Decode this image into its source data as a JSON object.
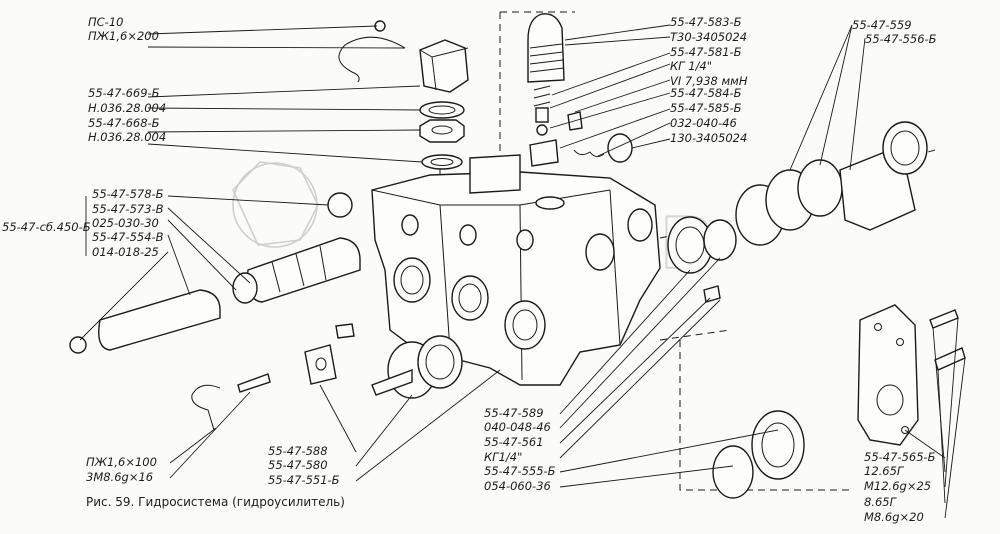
{
  "caption": "Рис. 59. Гидросистема (гидроусилитель)",
  "watermark": "ROKOP",
  "labels": [
    {
      "id": "l01",
      "text": "ПС-10"
    },
    {
      "id": "l02",
      "text": "ПЖ1,6×200"
    },
    {
      "id": "l03",
      "text": "55-47-669-Б"
    },
    {
      "id": "l04",
      "text": "Н.036.28.004"
    },
    {
      "id": "l05",
      "text": "55-47-668-Б"
    },
    {
      "id": "l06",
      "text": "Н.036.28.004"
    },
    {
      "id": "l07",
      "text": "55-47-578-Б"
    },
    {
      "id": "l08",
      "text": "55-47-573-В"
    },
    {
      "id": "l09",
      "text": "025-030-30"
    },
    {
      "id": "l10",
      "text": "55-47-554-В"
    },
    {
      "id": "l11",
      "text": "014-018-25"
    },
    {
      "id": "l12",
      "text": "55-47-сб.450-Б"
    },
    {
      "id": "l13",
      "text": "55-47-583-Б"
    },
    {
      "id": "l14",
      "text": "Т30-3405024"
    },
    {
      "id": "l15",
      "text": "55-47-581-Б"
    },
    {
      "id": "l16",
      "text": "КГ 1/4\""
    },
    {
      "id": "l17",
      "text": "VI 7,938 ммН"
    },
    {
      "id": "l18",
      "text": "55-47-584-Б"
    },
    {
      "id": "l19",
      "text": "55-47-585-Б"
    },
    {
      "id": "l20",
      "text": "032-040-46"
    },
    {
      "id": "l21",
      "text": "130-3405024"
    },
    {
      "id": "l22",
      "text": "55-47-559"
    },
    {
      "id": "l23",
      "text": "55-47-556-Б"
    },
    {
      "id": "l24",
      "text": "55-47-589"
    },
    {
      "id": "l25",
      "text": "040-048-46"
    },
    {
      "id": "l26",
      "text": "55-47-561"
    },
    {
      "id": "l27",
      "text": "КГ1/4\""
    },
    {
      "id": "l28",
      "text": "55-47-555-Б"
    },
    {
      "id": "l29",
      "text": "054-060-36"
    },
    {
      "id": "l30",
      "text": "55-47-588"
    },
    {
      "id": "l31",
      "text": "55-47-580"
    },
    {
      "id": "l32",
      "text": "55-47-551-Б"
    },
    {
      "id": "l33",
      "text": "ПЖ1,6×100"
    },
    {
      "id": "l34",
      "text": "3М8.6g×16"
    },
    {
      "id": "l35",
      "text": "55-47-565-Б"
    },
    {
      "id": "l36",
      "text": "12.65Г"
    },
    {
      "id": "l37",
      "text": "М12.6g×25"
    },
    {
      "id": "l38",
      "text": "8.65Г"
    },
    {
      "id": "l39",
      "text": "М8.6g×20"
    }
  ]
}
